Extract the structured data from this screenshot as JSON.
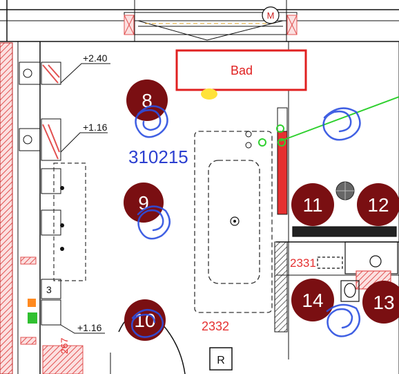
{
  "room": {
    "name": "Bad",
    "code": "310215",
    "dim_bath": "2332",
    "dim_right": "2331",
    "dim_left": "267",
    "motor_label": "M",
    "room_tag": "R"
  },
  "heights": [
    {
      "label": "+2.40"
    },
    {
      "label": "+1.16"
    },
    {
      "label": "+1.16"
    }
  ],
  "markers": [
    {
      "num": "8"
    },
    {
      "num": "9"
    },
    {
      "num": "10"
    },
    {
      "num": "11"
    },
    {
      "num": "12"
    },
    {
      "num": "13"
    },
    {
      "num": "14"
    }
  ],
  "colors": {
    "marker": "#7a0f12",
    "red": "#e53030",
    "blue": "#2b3fd0",
    "wall_hatch": "#e25050",
    "line": "#111111"
  },
  "icons": [
    "motor-icon",
    "shower-drain-icon",
    "washbasin-icon",
    "toilet-icon"
  ]
}
